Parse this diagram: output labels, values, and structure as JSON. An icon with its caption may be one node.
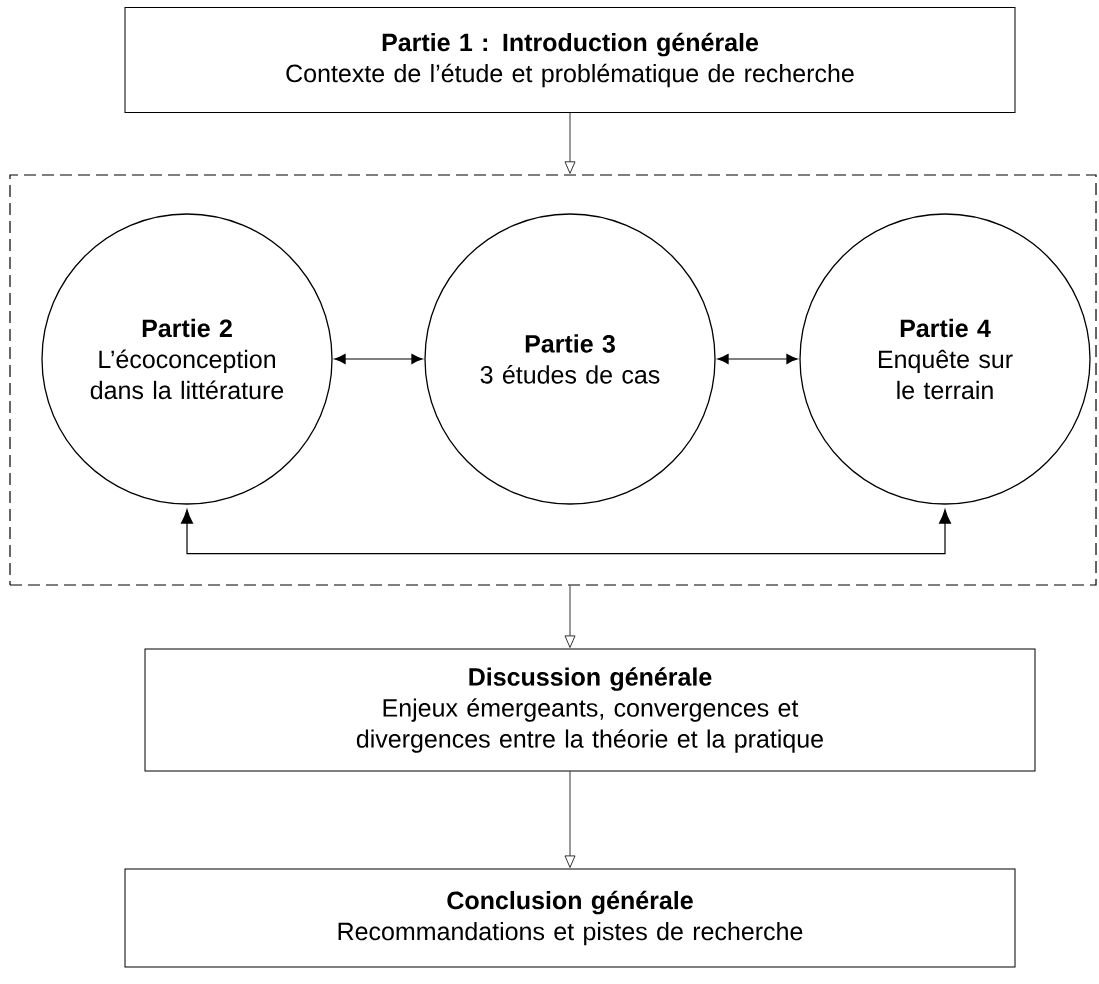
{
  "diagram": {
    "nodes": [
      {
        "text": [
          "Partie 1 : Introduction générale",
          "Contexte de l’étude et problématique de recherche"
        ]
      },
      {
        "text": [],
        "shape": "box"
      },
      {
        "text": [
          "Partie 2",
          "L’écoconception dans la littérature"
        ],
        "in": 1
      },
      {
        "text": [
          "Partie 3",
          "3 études de cas"
        ],
        "in": 1
      },
      {
        "text": [
          "Partie 4",
          "Enquête sur le terrain"
        ],
        "in": 1
      },
      {
        "text": [
          "Discussion générale",
          "Enjeux émergeants, convergences et divergences entre la théorie et la pratique"
        ]
      },
      {
        "text": [
          "Conclusion générale",
          "Recommandations et pistes de recherche"
        ]
      }
    ],
    "edges": [
      {
        "from": 0,
        "to": 1,
        "arrow": "to"
      },
      {
        "from": 2,
        "to": 3,
        "arrow": "both"
      },
      {
        "from": 3,
        "to": 4,
        "arrow": "both"
      },
      {
        "from": 2,
        "to": 4,
        "arrow": "both"
      },
      {
        "from": 1,
        "to": 5,
        "arrow": "to"
      },
      {
        "from": 5,
        "to": 6,
        "arrow": "to"
      }
    ]
  }
}
